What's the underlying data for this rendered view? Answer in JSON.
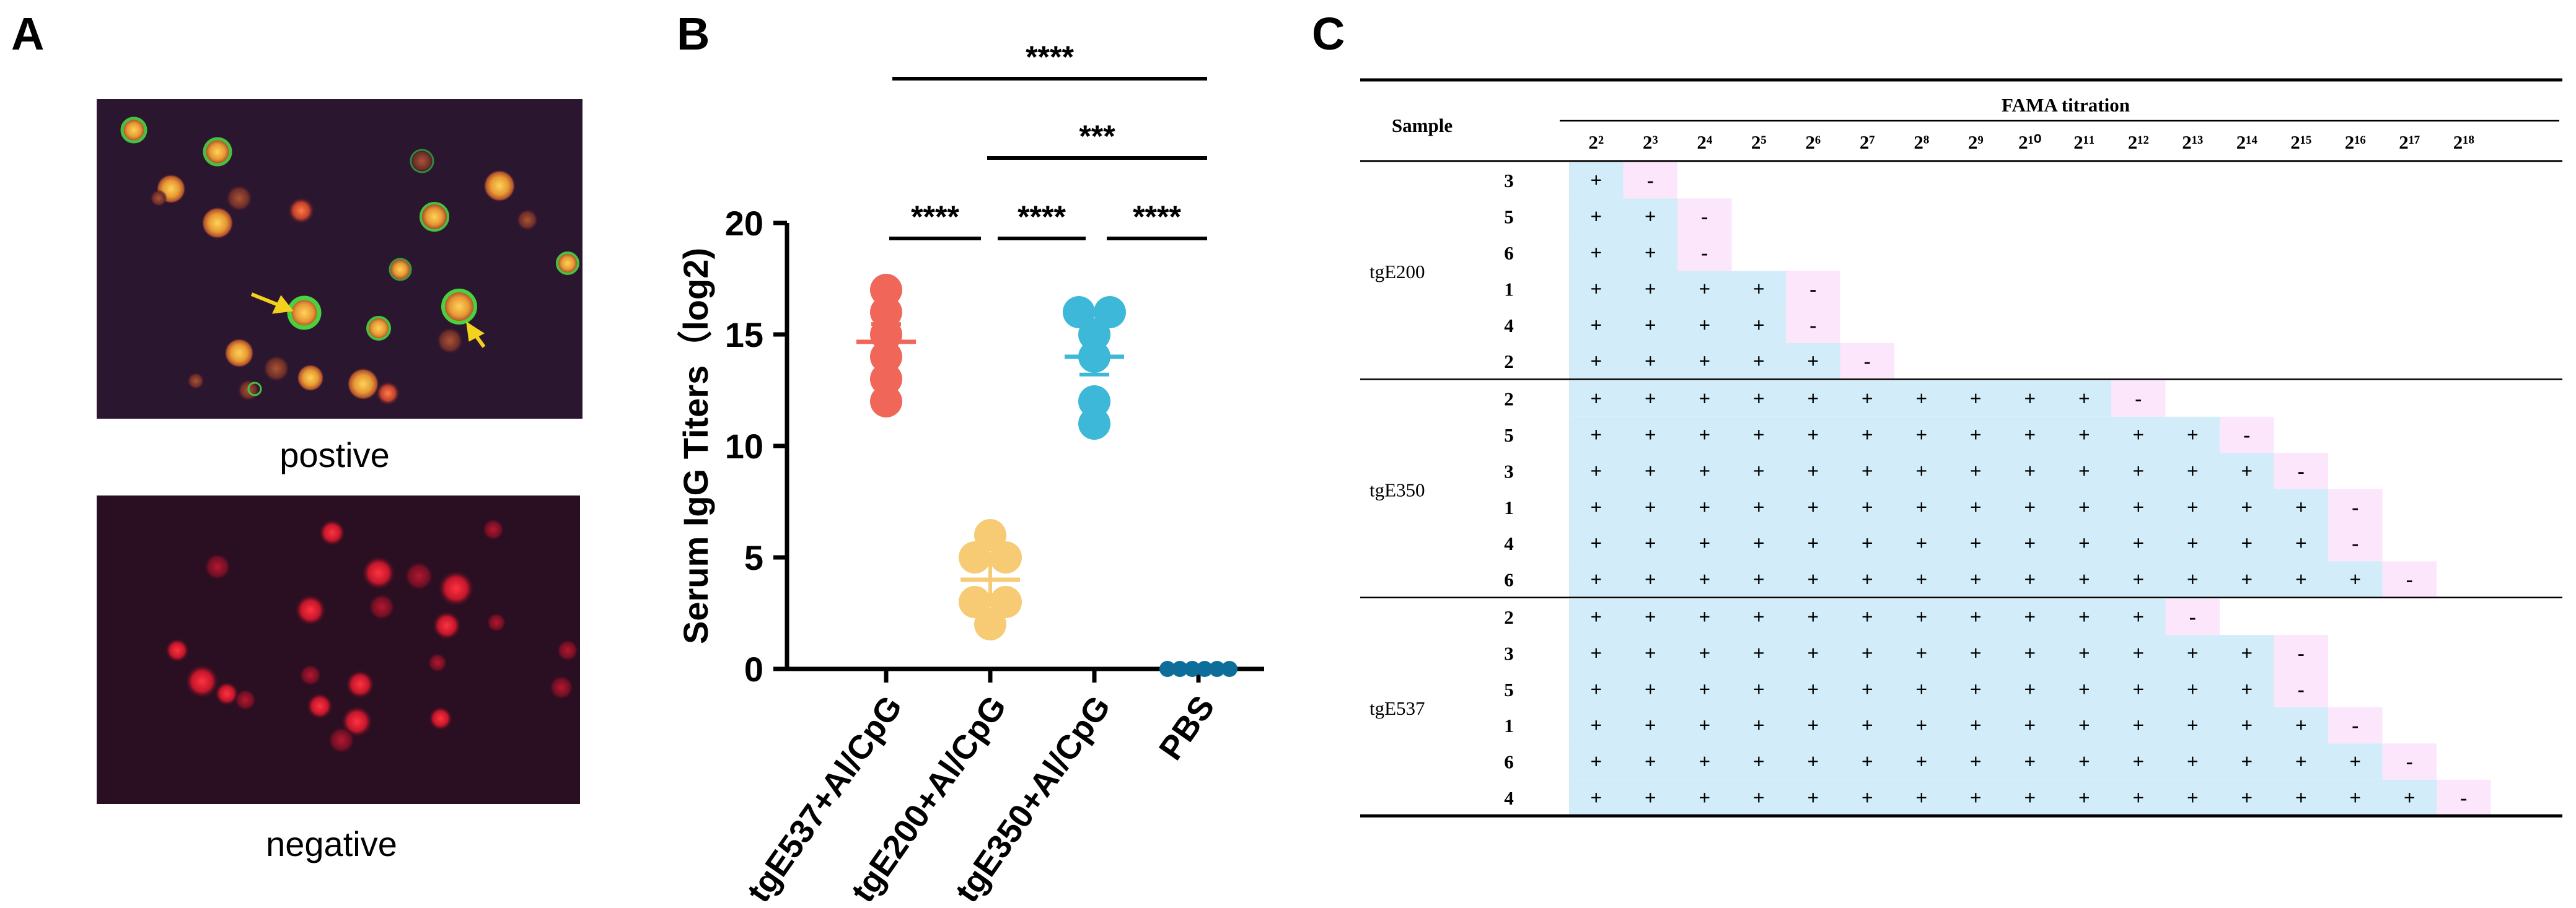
{
  "panels": {
    "a_label": "A",
    "b_label": "B",
    "c_label": "C",
    "a_positive_caption": "postive",
    "a_negative_caption": "negative"
  },
  "chart_data": [
    {
      "type": "scatter",
      "ylabel": "Serum IgG Titers（log2)",
      "ylim": [
        0,
        20
      ],
      "yticks": [
        0,
        5,
        10,
        15,
        20
      ],
      "categories": [
        "tgE537+Al/CpG",
        "tgE200+Al/CpG",
        "tgE350+Al/CpG",
        "PBS"
      ],
      "colors": [
        "#f0675a",
        "#f7ca74",
        "#3db8d8",
        "#0d6e9c"
      ],
      "series": [
        {
          "values": [
            17,
            16,
            15,
            14,
            13,
            12
          ],
          "mean": 14.67,
          "sem": 0.8
        },
        {
          "values": [
            6,
            5,
            5,
            3,
            3,
            2
          ],
          "mean": 4.0,
          "sem": 0.7
        },
        {
          "values": [
            16,
            16,
            15,
            14,
            12,
            11
          ],
          "mean": 14.0,
          "sem": 0.8
        },
        {
          "values": [
            0,
            0,
            0,
            0,
            0,
            0
          ],
          "mean": 0,
          "sem": 0
        }
      ],
      "significance": [
        {
          "from": 1,
          "to": 3,
          "label": "****"
        },
        {
          "from": 2,
          "to": 3,
          "label": "***"
        },
        {
          "from": 0,
          "to": 1,
          "label": "****"
        },
        {
          "from": 1,
          "to": 2,
          "label": "****"
        },
        {
          "from": 2,
          "to": 3,
          "label": "****"
        }
      ]
    },
    {
      "type": "table",
      "sample_header": "Sample",
      "title": "FAMA titration",
      "dilutions": [
        "2²",
        "2³",
        "2⁴",
        "2⁵",
        "2⁶",
        "2⁷",
        "2⁸",
        "2⁹",
        "2¹⁰",
        "2¹¹",
        "2¹²",
        "2¹³",
        "2¹⁴",
        "2¹⁵",
        "2¹⁶",
        "2¹⁷",
        "2¹⁸"
      ],
      "plus_symbol": "+",
      "minus_symbol": "-",
      "plus_color": "#d3ecf9",
      "minus_color": "#fbe6fb",
      "groups": [
        {
          "name": "tgE200",
          "rows": [
            {
              "id": "3",
              "positive_count": 1
            },
            {
              "id": "5",
              "positive_count": 2
            },
            {
              "id": "6",
              "positive_count": 2
            },
            {
              "id": "1",
              "positive_count": 4
            },
            {
              "id": "4",
              "positive_count": 4
            },
            {
              "id": "2",
              "positive_count": 5
            }
          ]
        },
        {
          "name": "tgE350",
          "rows": [
            {
              "id": "2",
              "positive_count": 10
            },
            {
              "id": "5",
              "positive_count": 12
            },
            {
              "id": "3",
              "positive_count": 13
            },
            {
              "id": "1",
              "positive_count": 14
            },
            {
              "id": "4",
              "positive_count": 14
            },
            {
              "id": "6",
              "positive_count": 15
            }
          ]
        },
        {
          "name": "tgE537",
          "rows": [
            {
              "id": "2",
              "positive_count": 11
            },
            {
              "id": "3",
              "positive_count": 13
            },
            {
              "id": "5",
              "positive_count": 13
            },
            {
              "id": "1",
              "positive_count": 14
            },
            {
              "id": "6",
              "positive_count": 15
            },
            {
              "id": "4",
              "positive_count": 16
            }
          ]
        }
      ]
    }
  ]
}
